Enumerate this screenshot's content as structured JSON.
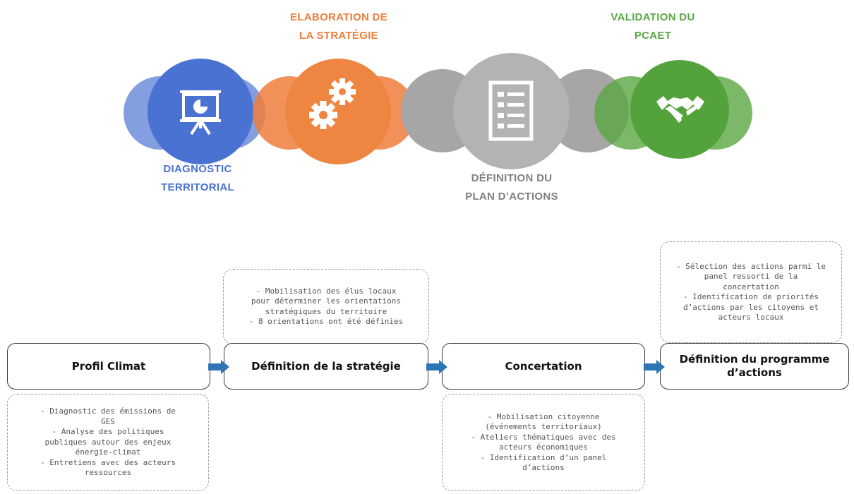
{
  "phases": {
    "strategie": "ELABORATION DE\nLA STRATÉGIE",
    "validation": "VALIDATION DU\nPCAET",
    "diagnostic": "DIAGNOSTIC\nTERRITORIAL",
    "plan": "DÉFINITION DU\nPLAN D’ACTIONS"
  },
  "colors": {
    "blue": "#5b7fd6",
    "orange": "#ef7d3b",
    "gray": "#a6a6a6",
    "green": "#5aa843",
    "arrow": "#2e75b6"
  },
  "icons": [
    "presentation-chart-icon",
    "gears-icon",
    "checklist-icon",
    "handshake-icon"
  ],
  "steps": [
    {
      "title": "Profil Climat",
      "note": "- Diagnostic des émissions de\nGES\n- Analyse des politiques\npubliques autour des enjeux\nénergie-climat\n- Entretiens avec des acteurs\nressources"
    },
    {
      "title": "Définition de la stratégie",
      "note": "- Mobilisation des élus locaux\npour déterminer les orientations\nstratégiques du territoire\n- 8 orientations ont été définies"
    },
    {
      "title": "Concertation",
      "note": "- Mobilisation citoyenne\n(événements territoriaux)\n- Ateliers thématiques avec des\nacteurs économiques\n- Identification d’un panel\nd’actions"
    },
    {
      "title": "Définition du programme\nd’actions",
      "note": "- Sélection des actions parmi le\npanel ressorti de la\nconcertation\n- Identification de priorités\nd’actions par les citoyens et\nacteurs locaux"
    }
  ]
}
